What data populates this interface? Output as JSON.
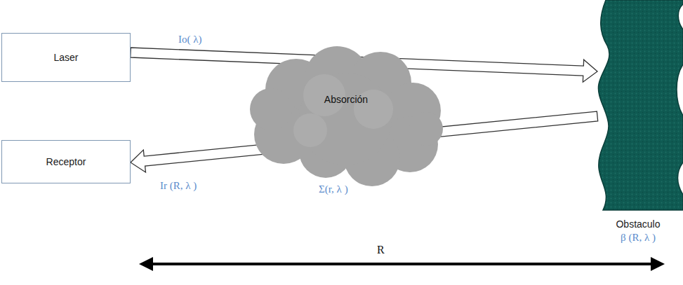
{
  "diagram": {
    "nodes": [
      {
        "text": [
          "Laser"
        ]
      },
      {
        "text": [
          "Receptor"
        ]
      },
      {
        "text": [
          "Absorción"
        ]
      },
      {
        "text": [
          "Obstaculo",
          "β (R, λ )"
        ]
      }
    ],
    "edges": [
      {
        "from": 0,
        "to": 3,
        "arrow": "to",
        "label": "Io( λ)"
      },
      {
        "from": 3,
        "to": 1,
        "arrow": "to",
        "label": "Ir (R, λ )"
      }
    ],
    "labels": [
      "Σ(r, λ )",
      "R"
    ]
  }
}
